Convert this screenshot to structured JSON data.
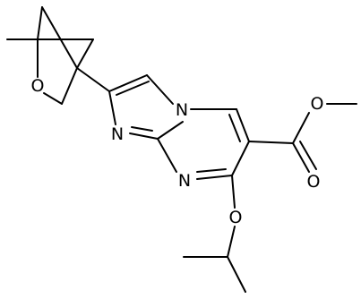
{
  "structure": {
    "atoms": [
      {
        "id": "N_imid",
        "symbol": "N"
      },
      {
        "id": "N_bridge",
        "symbol": "N"
      },
      {
        "id": "N_pyr",
        "symbol": "N"
      },
      {
        "id": "O_oxetane",
        "symbol": "O"
      },
      {
        "id": "O_ester_single",
        "symbol": "O"
      },
      {
        "id": "O_ester_double",
        "symbol": "O"
      },
      {
        "id": "O_ether",
        "symbol": "O"
      }
    ]
  }
}
